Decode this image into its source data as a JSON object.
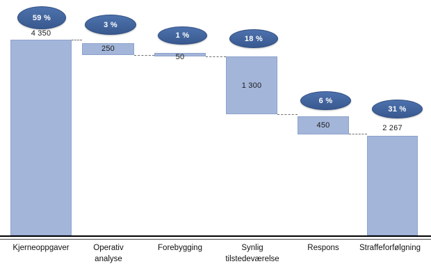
{
  "chart_data": {
    "type": "bar",
    "subtype": "waterfall",
    "title": "",
    "xlabel": "",
    "ylabel": "",
    "grid": false,
    "legend": "none",
    "ylim": [
      0,
      4350
    ],
    "categories": [
      "Kjerneoppgaver",
      "Operativ analyse",
      "Forebygging",
      "Synlig tilstedeværelse",
      "Respons",
      "Straffeforfølgning"
    ],
    "values": [
      4350,
      250,
      50,
      1300,
      450,
      2267
    ],
    "value_labels": [
      "4 350",
      "250",
      "50",
      "1 300",
      "450",
      "2 267"
    ],
    "percent_labels": [
      "59 %",
      "3 %",
      "1 %",
      "18 %",
      "6 %",
      "31 %"
    ],
    "percents": [
      59,
      3,
      1,
      18,
      6,
      31
    ]
  },
  "categories": [
    {
      "line1": "Kjerneoppgaver",
      "line2": ""
    },
    {
      "line1": "Operativ",
      "line2": "analyse"
    },
    {
      "line1": "Forebygging",
      "line2": ""
    },
    {
      "line1": "Synlig",
      "line2": "tilstedeværelse"
    },
    {
      "line1": "Respons",
      "line2": ""
    },
    {
      "line1": "Straffeforfølgning",
      "line2": ""
    }
  ],
  "bars": [
    {
      "value_label": "4 350",
      "percent_label": "59 %"
    },
    {
      "value_label": "250",
      "percent_label": "3 %"
    },
    {
      "value_label": "50",
      "percent_label": "1 %"
    },
    {
      "value_label": "1 300",
      "percent_label": "18 %"
    },
    {
      "value_label": "450",
      "percent_label": "6 %"
    },
    {
      "value_label": "2 267",
      "percent_label": "31 %"
    }
  ],
  "colors": {
    "bar_fill": "#A3B5D9",
    "bar_stroke": "#8DA3CC",
    "badge_fill": "#3F639E",
    "badge_text": "#FFFFFF",
    "axis": "#000000",
    "label_text": "#101010"
  }
}
